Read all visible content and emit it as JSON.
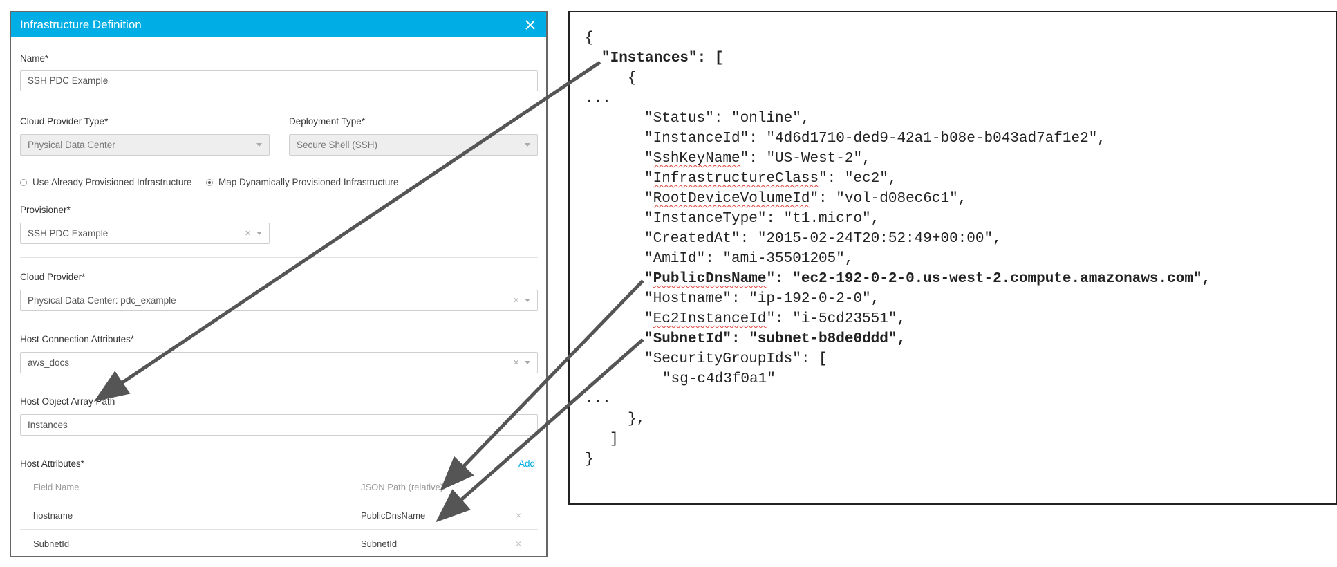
{
  "dialog": {
    "title": "Infrastructure Definition",
    "name_label": "Name*",
    "name_value": "SSH PDC Example",
    "cloud_provider_type_label": "Cloud Provider Type*",
    "cloud_provider_type_value": "Physical Data Center",
    "deployment_type_label": "Deployment Type*",
    "deployment_type_value": "Secure Shell (SSH)",
    "radio_option_1": "Use Already Provisioned Infrastructure",
    "radio_option_2": "Map Dynamically Provisioned Infrastructure",
    "radio_selected": 2,
    "provisioner_label": "Provisioner*",
    "provisioner_value": "SSH PDC Example",
    "cloud_provider_label": "Cloud Provider*",
    "cloud_provider_value": "Physical Data Center: pdc_example",
    "host_connection_label": "Host Connection Attributes*",
    "host_connection_value": "aws_docs",
    "host_object_array_label": "Host Object Array Path",
    "host_object_array_value": "Instances",
    "host_attributes_label": "Host Attributes*",
    "add_label": "Add",
    "columns": {
      "field_name": "Field Name",
      "json_path": "JSON Path (relative)"
    },
    "rows": [
      {
        "field_name": "hostname",
        "json_path": "PublicDnsName"
      },
      {
        "field_name": "SubnetId",
        "json_path": "SubnetId"
      }
    ]
  },
  "json_text": {
    "l1": "{",
    "l2a": "\"Instances\": [",
    "l3": "{",
    "l4": "...",
    "l5": "\"Status\": \"online\",",
    "l6": "\"InstanceId\": \"4d6d1710-ded9-42a1-b08e-b043ad7af1e2\",",
    "l7a": "\"",
    "l7k": "SshKeyName",
    "l7b": "\": \"US-West-2\",",
    "l8a": "\"",
    "l8k": "InfrastructureClass",
    "l8b": "\": \"ec2\",",
    "l9a": "\"",
    "l9k": "RootDeviceVolumeId",
    "l9b": "\": \"vol-d08ec6c1\",",
    "l10": "\"InstanceType\": \"t1.micro\",",
    "l11": "\"CreatedAt\": \"2015-02-24T20:52:49+00:00\",",
    "l12": "\"AmiId\": \"ami-35501205\",",
    "l13a": "\"",
    "l13k": "PublicDnsName",
    "l13b": "\": \"ec2-192-0-2-0.us-west-2.compute.amazonaws.com\",",
    "l14": "\"Hostname\": \"ip-192-0-2-0\",",
    "l15a": "\"",
    "l15k": "Ec2InstanceId",
    "l15b": "\": \"i-5cd23551\",",
    "l16": "\"SubnetId\": \"subnet-b8de0ddd\",",
    "l17": "\"SecurityGroupIds\": [",
    "l18": "\"sg-c4d3f0a1\"",
    "l19": "...",
    "l20": "},",
    "l21": "]",
    "l22": "}"
  },
  "colors": {
    "header": "#00ade4",
    "arrow": "#555555",
    "squiggle": "#e0423a"
  }
}
